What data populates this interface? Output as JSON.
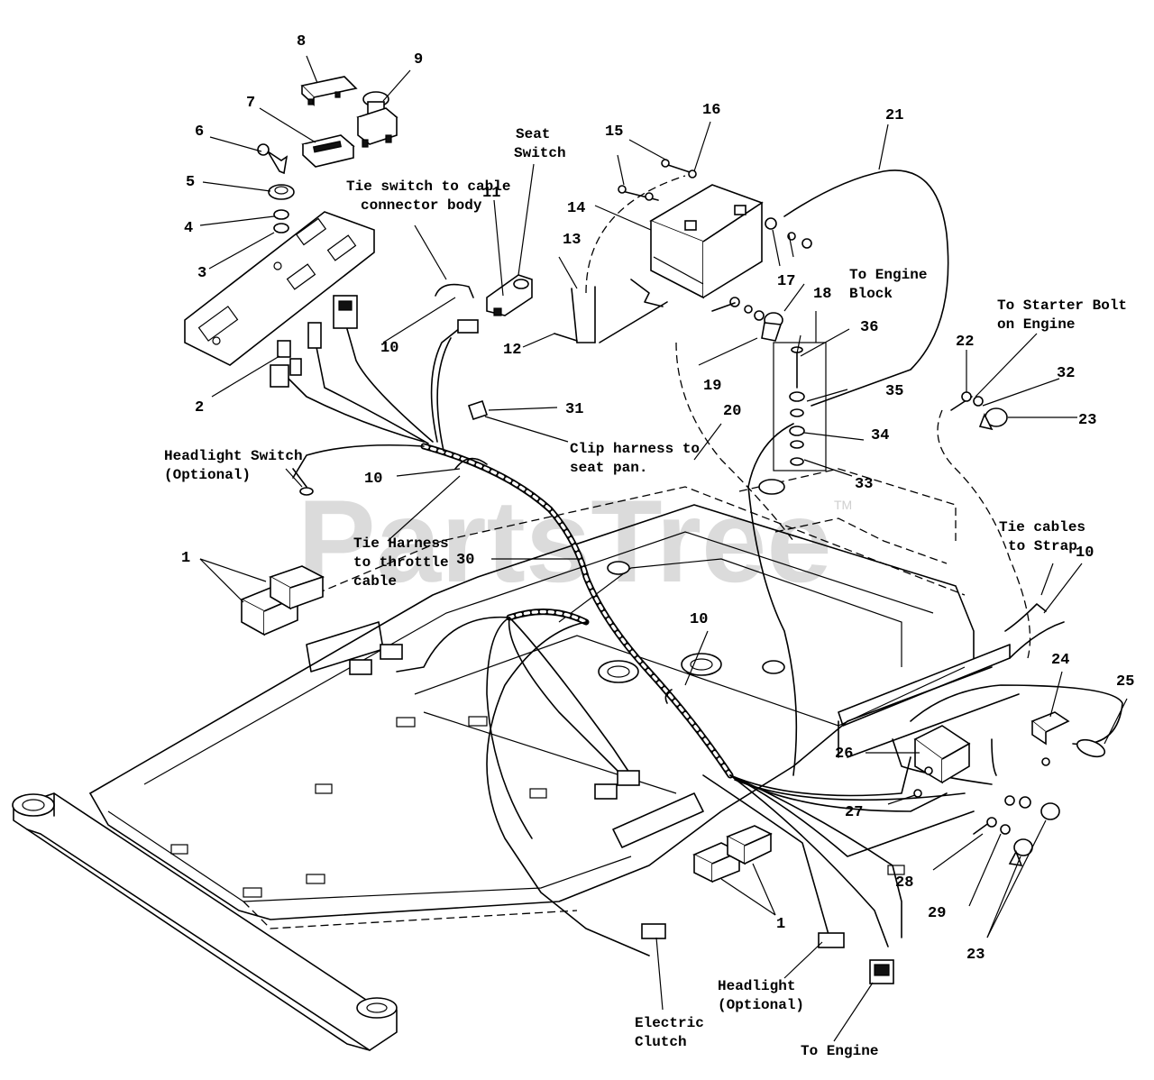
{
  "watermark": {
    "text": "PartsTree",
    "mark": "TM"
  },
  "callouts": {
    "n1a": "1",
    "n1b": "1",
    "n2": "2",
    "n3": "3",
    "n4": "4",
    "n5": "5",
    "n6": "6",
    "n7": "7",
    "n8": "8",
    "n9": "9",
    "n10a": "10",
    "n10b": "10",
    "n10c": "10",
    "n10d": "10",
    "n11": "11",
    "n12": "12",
    "n13": "13",
    "n14": "14",
    "n15": "15",
    "n16": "16",
    "n17": "17",
    "n18": "18",
    "n19": "19",
    "n20": "20",
    "n21": "21",
    "n22": "22",
    "n23a": "23",
    "n23b": "23",
    "n24": "24",
    "n25": "25",
    "n26": "26",
    "n27": "27",
    "n28": "28",
    "n29": "29",
    "n30": "30",
    "n31": "31",
    "n32": "32",
    "n33": "33",
    "n34": "34",
    "n35": "35",
    "n36": "36"
  },
  "labels": {
    "seat_switch": [
      "Seat",
      "Switch"
    ],
    "tie_switch": [
      "Tie switch to cable",
      "connector body"
    ],
    "to_engine_block": [
      "To Engine",
      "Block"
    ],
    "to_starter_bolt": [
      "To Starter Bolt",
      "on Engine"
    ],
    "headlight_switch": [
      "Headlight Switch",
      "(Optional)"
    ],
    "clip_harness": [
      "Clip harness to",
      "seat pan."
    ],
    "tie_harness": [
      "Tie Harness",
      "to throttle",
      "cable"
    ],
    "tie_cables": [
      "Tie cables",
      "to Strap"
    ],
    "headlight": [
      "Headlight",
      "(Optional)"
    ],
    "electric_clutch": [
      "Electric",
      "Clutch"
    ],
    "to_engine": "To Engine"
  }
}
